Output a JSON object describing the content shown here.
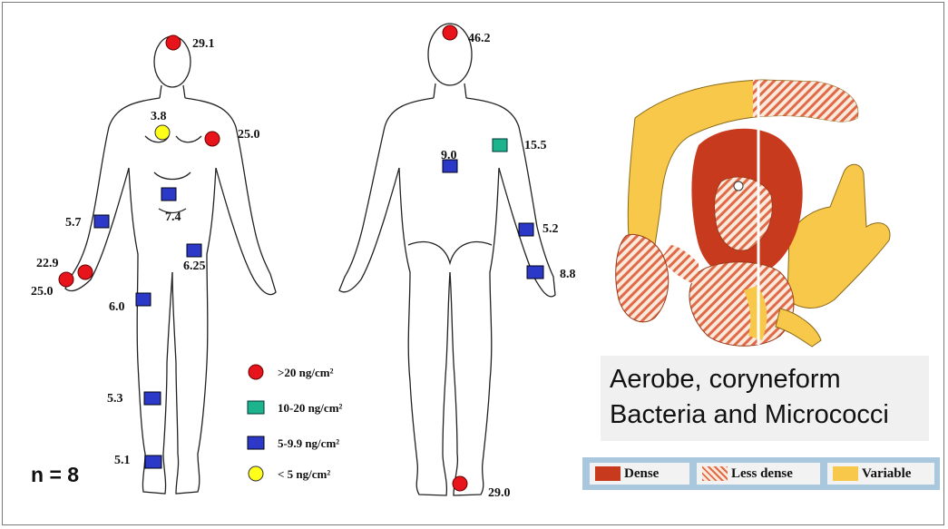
{
  "front_values": {
    "forehead": "29.1",
    "chest": "3.8",
    "shoulder": "25.0",
    "abdomen": "7.4",
    "upper_arm": "5.7",
    "groin": "6.25",
    "wrist_a": "22.9",
    "wrist_b": "25.0",
    "thigh": "6.0",
    "shin": "5.3",
    "foot": "5.1"
  },
  "back_values": {
    "head": "46.2",
    "upper_back": "9.0",
    "upper_arm": "15.5",
    "forearm": "5.2",
    "wrist": "8.8",
    "heel": "29.0"
  },
  "legend": [
    {
      "label": ">20 ng/cm²",
      "shape": "circle",
      "color": "#e8141b"
    },
    {
      "label": "10-20 ng/cm²",
      "shape": "square",
      "color": "#1db48d"
    },
    {
      "label": "5-9.9 ng/cm²",
      "shape": "square",
      "color": "#2b38c8"
    },
    {
      "label": "< 5 ng/cm²",
      "shape": "circle",
      "color": "#ffff1a"
    }
  ],
  "sample_size": "n = 8",
  "caption": {
    "line1": "Aerobe, coryneform",
    "line2": "Bacteria and Micrococci"
  },
  "density_key": {
    "dense": "Dense",
    "less_dense": "Less dense",
    "variable": "Variable"
  },
  "colors": {
    "dense": "#c83a1e",
    "less_dense_stripe": "#e06a48",
    "variable": "#f7c84a",
    "key_bar": "#a9c7dd"
  }
}
